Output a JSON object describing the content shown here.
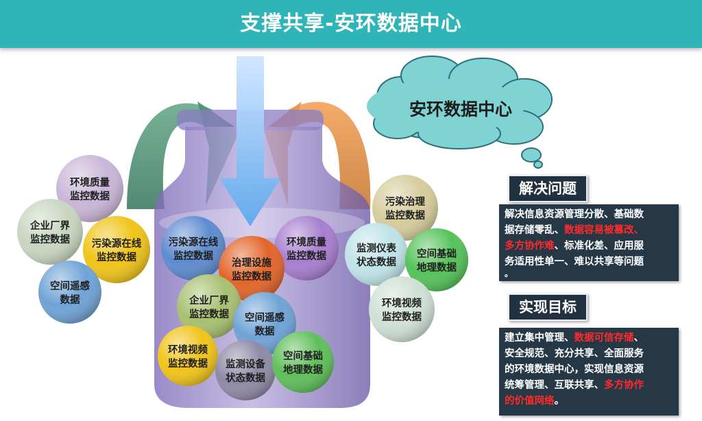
{
  "header": {
    "title": "支撑共享-安环数据中心"
  },
  "cloud": {
    "label": "安环数据中心"
  },
  "left_balls": [
    {
      "label1": "环境质量",
      "label2": "监控数据",
      "color": "#c9b6d8"
    },
    {
      "label1": "企业厂界",
      "label2": "监控数据",
      "color": "#c8d6c0"
    },
    {
      "label1": "污染源在线",
      "label2": "监控数据",
      "color": "#f0c419"
    },
    {
      "label1": "空间遥感",
      "label2": "数据",
      "color": "#6fa3d6"
    }
  ],
  "jar_balls": [
    {
      "label1": "污染源在线",
      "label2": "监控数据",
      "color": "#5e8bd0"
    },
    {
      "label1": "环境质量",
      "label2": "监控数据",
      "color": "#a77ed0"
    },
    {
      "label1": "治理设施",
      "label2": "监控数据",
      "color": "#e2652a"
    },
    {
      "label1": "企业厂界",
      "label2": "监控数据",
      "color": "#a8c070"
    },
    {
      "label1": "空间遥感",
      "label2": "数据",
      "color": "#6fa3d6"
    },
    {
      "label1": "环境视频",
      "label2": "监控数据",
      "color": "#f0c419"
    },
    {
      "label1": "监测设备",
      "label2": "状态数据",
      "color": "#8e8aa6"
    },
    {
      "label1": "空间基础",
      "label2": "地理数据",
      "color": "#5fbf5a"
    }
  ],
  "right_balls": [
    {
      "label1": "污染治理",
      "label2": "监控数据",
      "color": "#d6cc9c"
    },
    {
      "label1": "监测仪表",
      "label2": "状态数据",
      "color": "#bfe3e8"
    },
    {
      "label1": "空间基础",
      "label2": "地理数据",
      "color": "#55c25a"
    },
    {
      "label1": "环境视频",
      "label2": "监控数据",
      "color": "#cfe0d4"
    }
  ],
  "problem": {
    "title": "解决问题",
    "p1": "解决信息资源管理分散、基础数",
    "p2a": "据存储零乱、",
    "p2b": "数据容易被篡改、",
    "p3a": "多方协作难",
    "p3b": "、标准化差、应用服",
    "p4": "务适用性单一、难以共享等问题",
    "p5": "。"
  },
  "goal": {
    "title": "实现目标",
    "g1a": "建立集中管理、",
    "g1b": "数据可信存储",
    "g1c": "、",
    "g2": "安全规范、充分共享、全面服务",
    "g3": "的环境数据中心，实现信息资源",
    "g4a": "统筹管理、互联共享、",
    "g4b": "多方协作",
    "g5a": "的价值网络",
    "g5b": "。"
  }
}
